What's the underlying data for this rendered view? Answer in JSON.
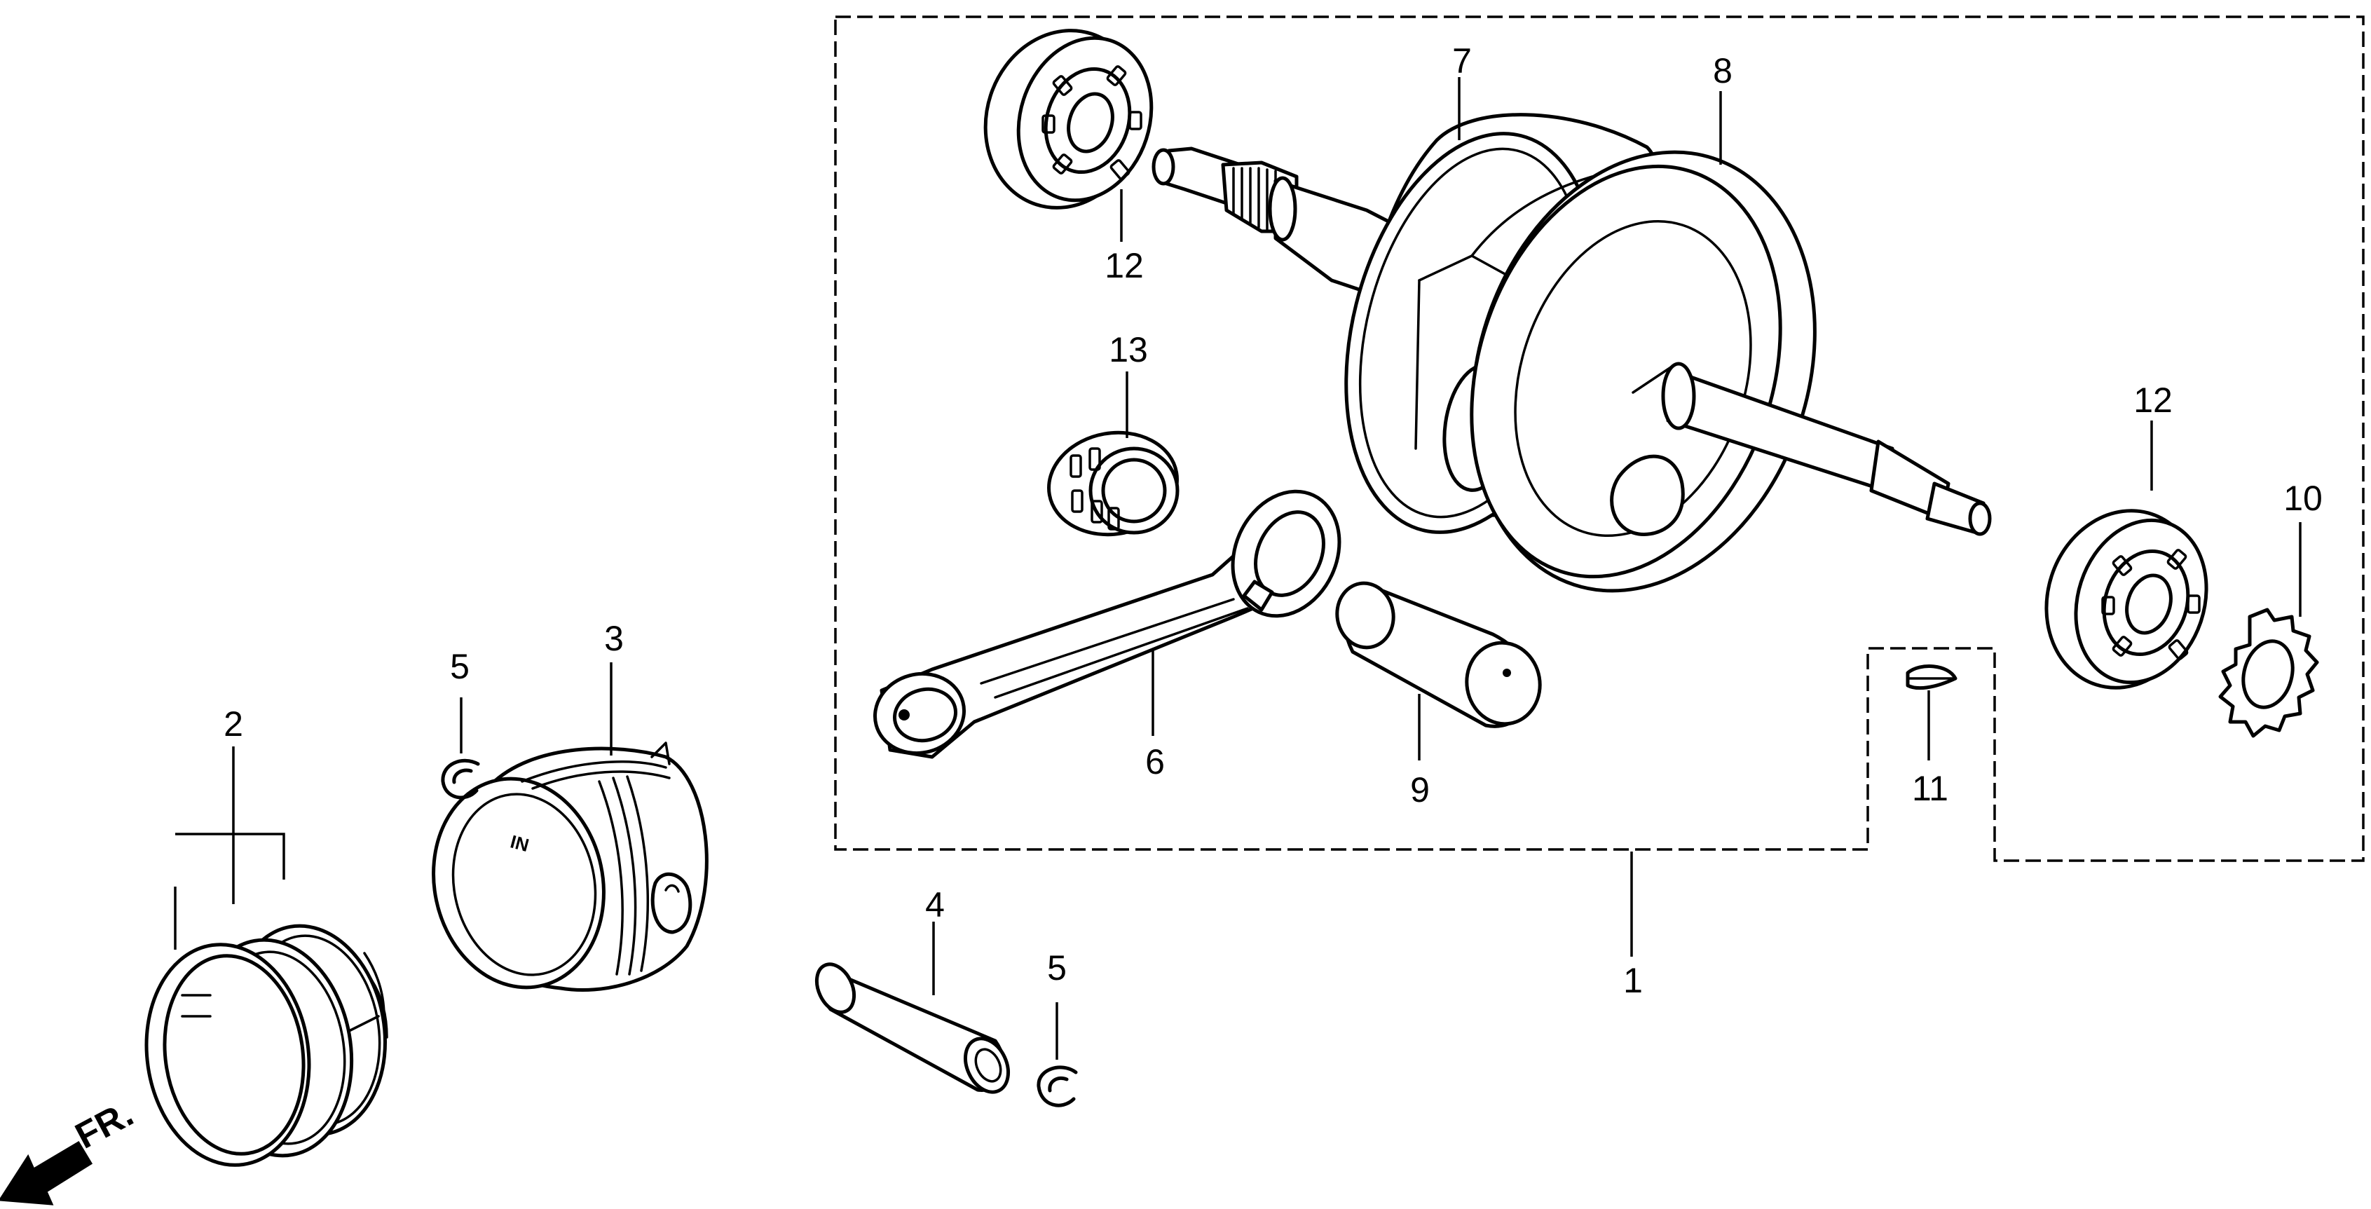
{
  "callouts": {
    "c1": "1",
    "c2": "2",
    "c3": "3",
    "c4": "4",
    "c5a": "5",
    "c5b": "5",
    "c6": "6",
    "c7": "7",
    "c8": "8",
    "c9": "9",
    "c10": "10",
    "c11": "11",
    "c12a": "12",
    "c12b": "12",
    "c13": "13"
  },
  "piston_marking": "IN",
  "direction_label": "FR."
}
